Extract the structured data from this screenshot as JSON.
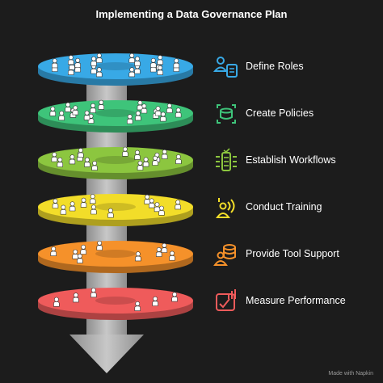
{
  "title": "Implementing a Data Governance Plan",
  "steps": [
    {
      "label": "Define Roles",
      "color": "#38a9e6",
      "icon": "user-document-icon"
    },
    {
      "label": "Create Policies",
      "color": "#3ec47a",
      "icon": "policy-document-icon"
    },
    {
      "label": "Establish Workflows",
      "color": "#8cc63f",
      "icon": "workflow-icon"
    },
    {
      "label": "Conduct Training",
      "color": "#f2dd29",
      "icon": "training-presenter-icon"
    },
    {
      "label": "Provide Tool Support",
      "color": "#f5912a",
      "icon": "tool-support-icon"
    },
    {
      "label": "Measure Performance",
      "color": "#ef5b5b",
      "icon": "performance-chart-icon"
    }
  ],
  "watermark": "Made with Napkin"
}
